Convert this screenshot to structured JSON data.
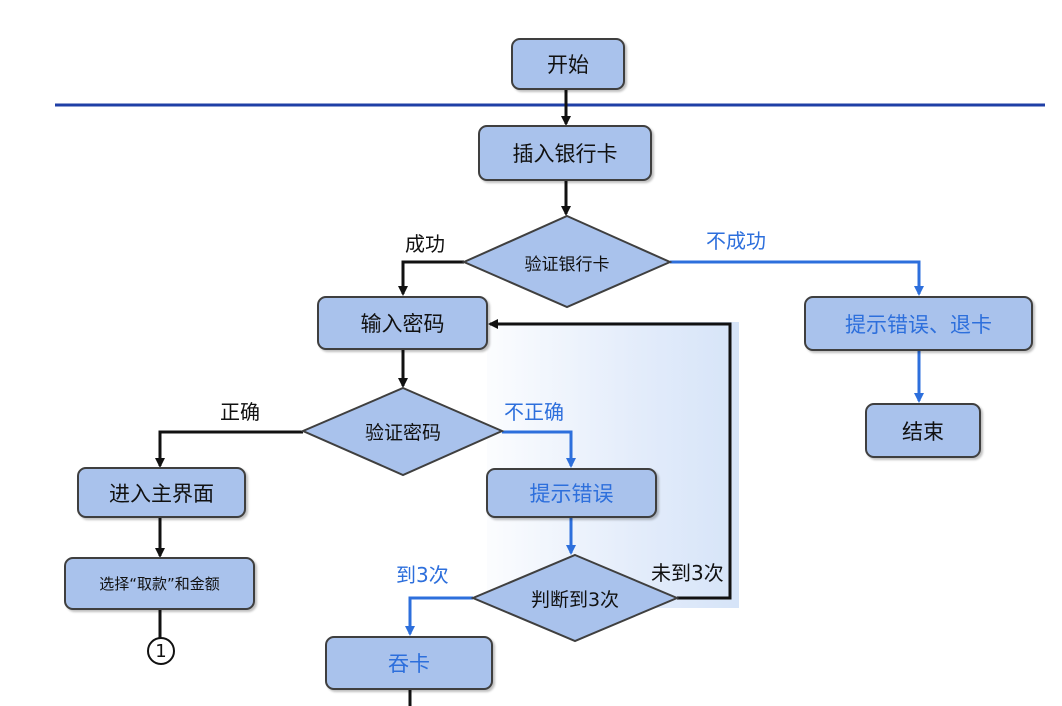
{
  "nodes": {
    "start": "开始",
    "insert_card": "插入银行卡",
    "verify_card": "验证银行卡",
    "enter_password": "输入密码",
    "error_eject": "提示错误、退卡",
    "end": "结束",
    "verify_password": "验证密码",
    "main_screen": "进入主界面",
    "prompt_error": "提示错误",
    "select_withdraw": "选择“取款”和金额",
    "judge_three": "判断到3次",
    "swallow_card": "吞卡",
    "connector": "1"
  },
  "edge_labels": {
    "success": "成功",
    "fail": "不成功",
    "correct": "正确",
    "incorrect": "不正确",
    "reached_three": "到3次",
    "not_reached_three": "未到3次"
  },
  "colors": {
    "node_fill": "#a9c2ec",
    "black_line": "#111111",
    "blue_line": "#2d6fdc",
    "swimlane_line": "#1f3fa6"
  }
}
